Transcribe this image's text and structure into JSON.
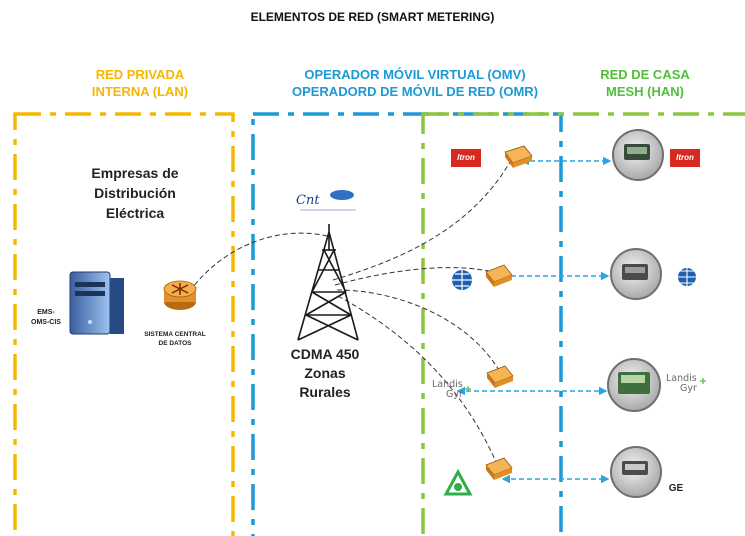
{
  "title": "ELEMENTOS DE RED (SMART METERING)",
  "lan": {
    "line1": "RED PRIVADA",
    "line2": "INTERNA (LAN)",
    "color": "#f5b800"
  },
  "omv": {
    "line1": "OPERADOR MÓVIL VIRTUAL (OMV)",
    "line2": "OPERADORD DE MÓVIL DE RED (OMR)",
    "color": "#1a9ad6"
  },
  "han": {
    "line1": "RED DE CASA",
    "line2": "MESH (HAN)",
    "color": "#4fbf3a"
  },
  "empresas": {
    "line1": "Empresas de",
    "line2": "Distribución",
    "line3": "Eléctrica"
  },
  "server_label": {
    "line1": "EMS-",
    "line2": "OMS-CIS"
  },
  "router_label": {
    "line1": "SISTEMA CENTRAL",
    "line2": "DE DATOS"
  },
  "tower": {
    "line1": "CDMA 450",
    "line2": "Zonas",
    "line3": "Rurales"
  },
  "cnt_logo": "Cnt",
  "itron_logo": "Itron",
  "landis_logo": {
    "line1": "Landis",
    "line2": "Gyr"
  },
  "ge_label": "GE",
  "colors": {
    "modem": "#f0a23a",
    "link": "#2aa5e0",
    "dashed_link": "#333333"
  }
}
